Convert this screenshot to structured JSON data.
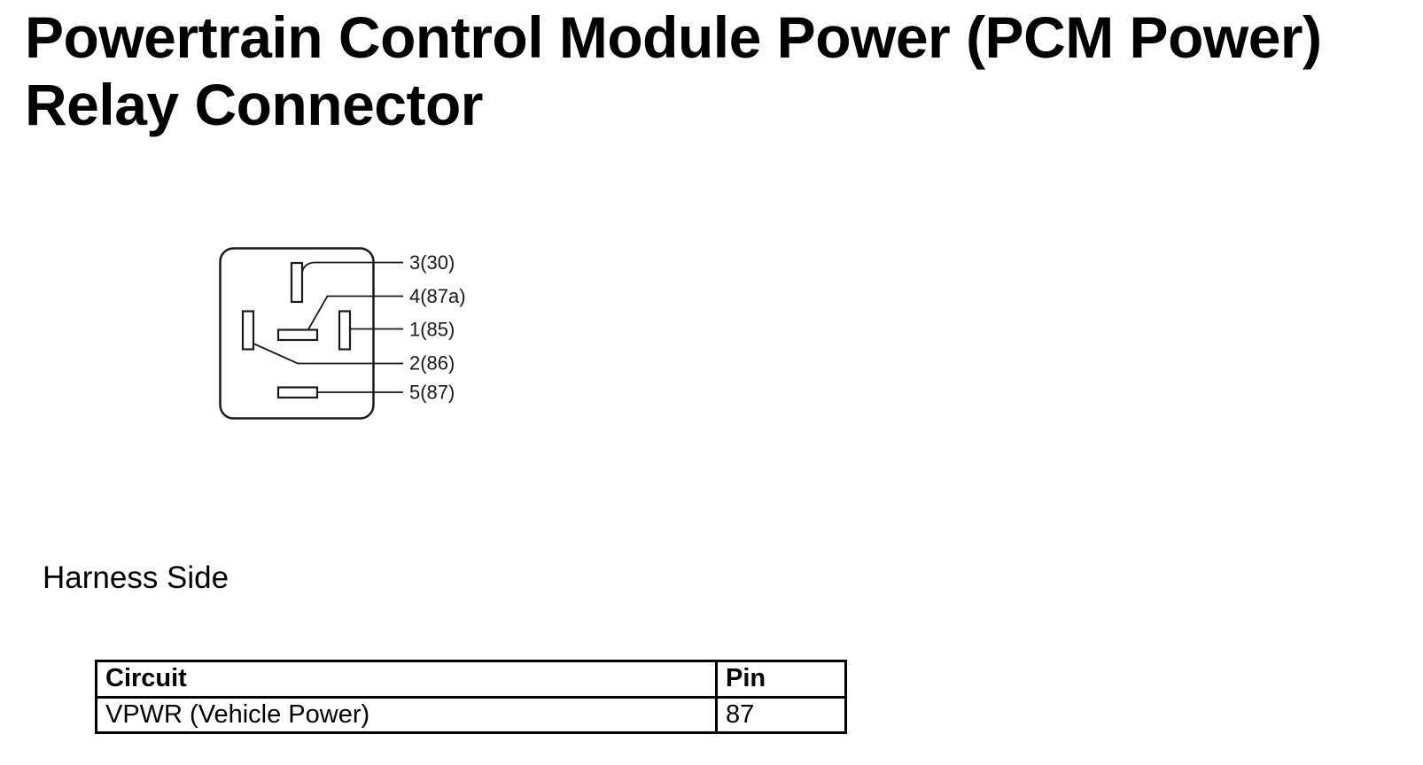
{
  "title": {
    "lines": [
      "Powertrain Control Module Power (PCM Power)",
      "Relay Connector"
    ]
  },
  "diagram": {
    "caption": "Harness Side",
    "pin_labels": [
      "3(30)",
      "4(87a)",
      "1(85)",
      "2(86)",
      "5(87)"
    ]
  },
  "table": {
    "headers": [
      "Circuit",
      "Pin"
    ],
    "rows": [
      [
        "VPWR (Vehicle Power)",
        "87"
      ]
    ]
  },
  "colors": {
    "text": "#000000",
    "line": "#1a1a1a",
    "background": "#ffffff"
  }
}
